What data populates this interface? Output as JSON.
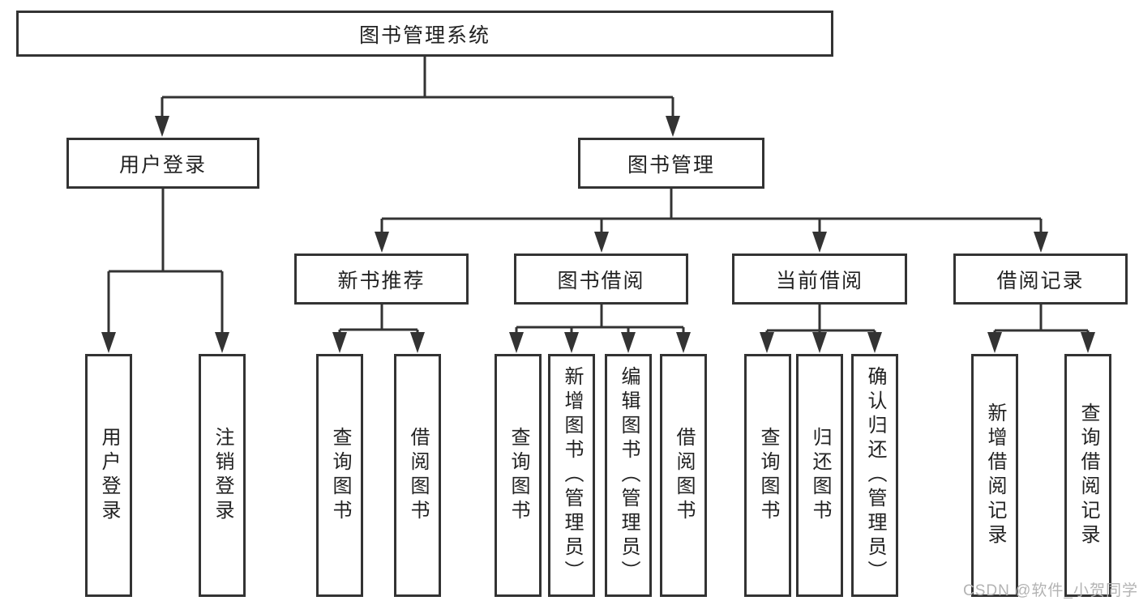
{
  "diagram": {
    "root": {
      "label": "图书管理系统"
    },
    "user_login_branch": {
      "label": "用户登录",
      "children": [
        {
          "label": "用户登录"
        },
        {
          "label": "注销登录"
        }
      ]
    },
    "book_management_branch": {
      "label": "图书管理",
      "sections": [
        {
          "label": "新书推荐",
          "children": [
            {
              "label": "查询图书"
            },
            {
              "label": "借阅图书"
            }
          ]
        },
        {
          "label": "图书借阅",
          "children": [
            {
              "label": "查询图书"
            },
            {
              "label": "新增图书（管理员）"
            },
            {
              "label": "编辑图书（管理员）"
            },
            {
              "label": "借阅图书"
            }
          ]
        },
        {
          "label": "当前借阅",
          "children": [
            {
              "label": "查询图书"
            },
            {
              "label": "归还图书"
            },
            {
              "label": "确认归还（管理员）"
            }
          ]
        },
        {
          "label": "借阅记录",
          "children": [
            {
              "label": "新增借阅记录"
            },
            {
              "label": "查询借阅记录"
            }
          ]
        }
      ]
    }
  },
  "watermark": {
    "text": "CSDN @软件_小贺同学"
  },
  "colors": {
    "line": "#333333",
    "text": "#222222",
    "background": "#ffffff",
    "watermark": "#b3b3b3"
  }
}
